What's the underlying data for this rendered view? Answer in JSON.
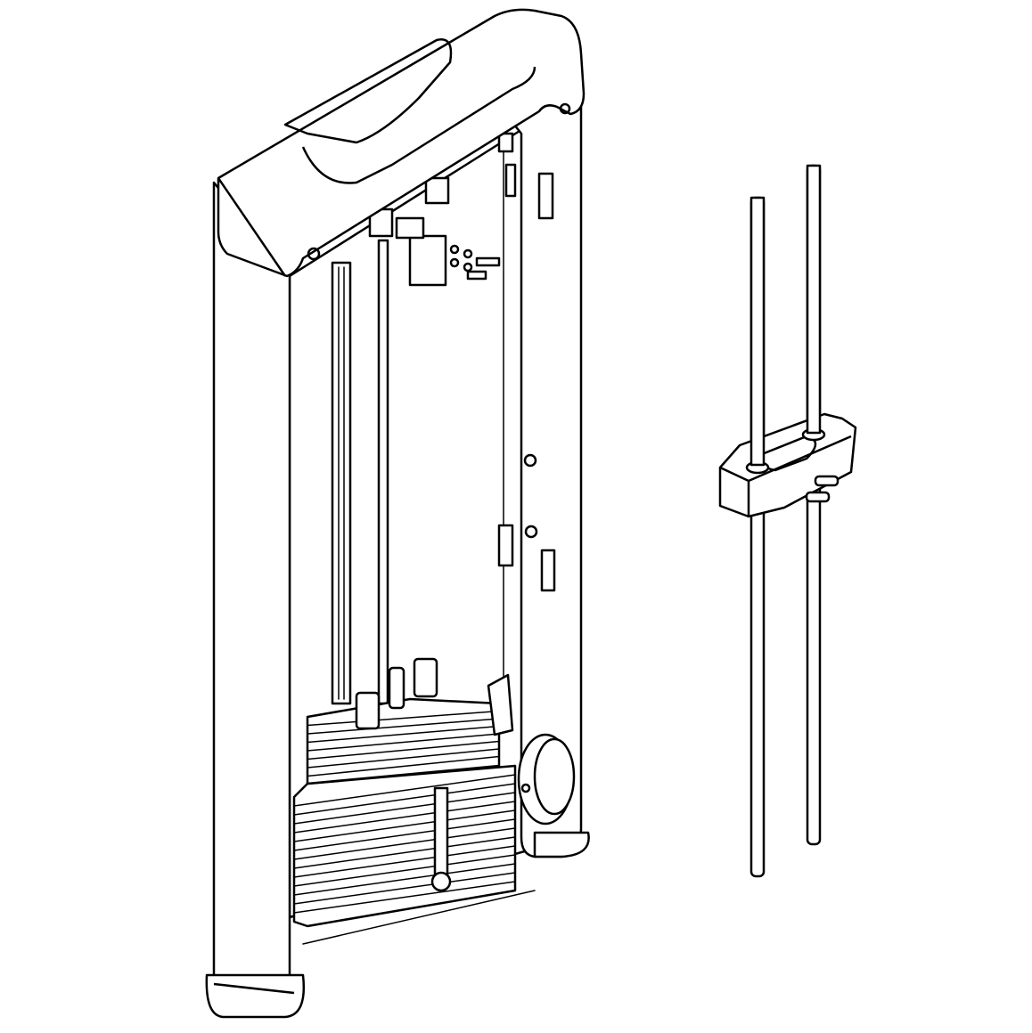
{
  "diagram": {
    "type": "assembly-line-drawing",
    "colors": {
      "line": "#000000",
      "background": "#ffffff"
    },
    "parts": [
      "frame",
      "top-shroud",
      "weight-stack",
      "pulley",
      "guide-rods",
      "top-plate"
    ]
  }
}
